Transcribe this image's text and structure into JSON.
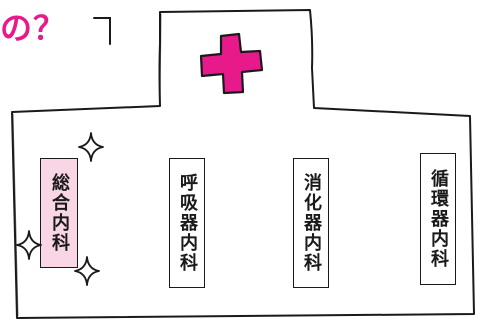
{
  "heading": {
    "text": "の？",
    "color": "#e8198b"
  },
  "departments": [
    {
      "label": "総合内科",
      "highlighted": true
    },
    {
      "label": "呼吸器内科",
      "highlighted": false
    },
    {
      "label": "消化器内科",
      "highlighted": false
    },
    {
      "label": "循環器内科",
      "highlighted": false
    }
  ],
  "icons": {
    "cross": "medical-cross-icon",
    "sparkle": "sparkle-icon",
    "bracket": "corner-bracket-icon"
  },
  "colors": {
    "accent": "#e8198b",
    "cross_fill": "#e8198b",
    "highlight": "#f8d6e6",
    "line": "#1a1a1a"
  }
}
